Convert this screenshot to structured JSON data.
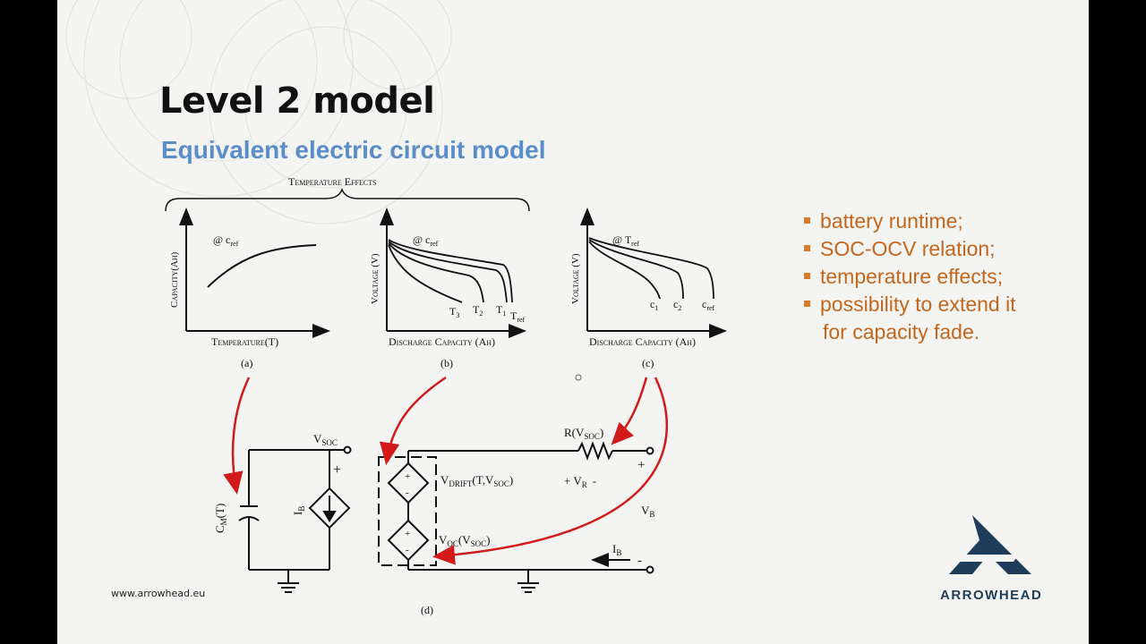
{
  "slide": {
    "title": "Level 2 model",
    "subtitle": "Equivalent electric circuit model",
    "bullets": [
      "battery runtime;",
      "SOC-OCV relation;",
      "temperature effects;",
      "possibility to extend it"
    ],
    "bullet_continuation": "for capacity fade.",
    "footer": "www.arrowhead.eu",
    "logo_text": "ARROWHEAD"
  },
  "figure": {
    "brace_label": "Temperature Effects",
    "panel_a": {
      "ylabel": "Capacity(Ah)",
      "xlabel": "Temperature(T)",
      "annotation": "@ c",
      "annotation_sub": "ref",
      "caption": "(a)"
    },
    "panel_b": {
      "ylabel": "Voltage (V)",
      "xlabel": "Discharge Capacity (Ah)",
      "annotation": "@ c",
      "annotation_sub": "ref",
      "caption": "(b)",
      "curve_labels": [
        {
          "t": "T",
          "s": "3"
        },
        {
          "t": "T",
          "s": "2"
        },
        {
          "t": "T",
          "s": "1"
        },
        {
          "t": "T",
          "s": "ref"
        }
      ]
    },
    "panel_c": {
      "ylabel": "Voltage (V)",
      "xlabel": "Discharge Capacity (Ah)",
      "annotation": "@ T",
      "annotation_sub": "ref",
      "caption": "(c)",
      "curve_labels": [
        {
          "t": "c",
          "s": "1"
        },
        {
          "t": "c",
          "s": "2"
        },
        {
          "t": "c",
          "s": "ref"
        }
      ]
    },
    "circuit_left": {
      "vsoc": "V",
      "vsoc_sub": "SOC",
      "plus": "+",
      "cap": "C",
      "cap_sub": "M",
      "cap_arg": "(T)",
      "ib": "I",
      "ib_sub": "B"
    },
    "circuit_right": {
      "r_label": "R(V",
      "r_sub": "SOC",
      "r_close": ")",
      "vdrift": "V",
      "vdrift_sub": "DRIFT",
      "vdrift_arg": "(T,V",
      "vdrift_arg_sub": "SOC",
      "vdrift_close": ")",
      "vr": "+  V",
      "vr_sub": "R",
      "vr_minus": "-",
      "voc": "V",
      "voc_sub": "OC",
      "voc_arg": "(V",
      "voc_arg_sub": "SOC",
      "voc_close": ")",
      "plus": "+",
      "minus": "-",
      "vb": "V",
      "vb_sub": "B",
      "ib": "I",
      "ib_sub": "B",
      "src_plus": "+",
      "src_minus": "-",
      "caption": "(d)"
    }
  },
  "colors": {
    "title": "#111111",
    "subtitle": "#5b8ec9",
    "bullet_text": "#c4661c",
    "arrow_red": "#d21a1a",
    "logo": "#1f3d5a"
  }
}
